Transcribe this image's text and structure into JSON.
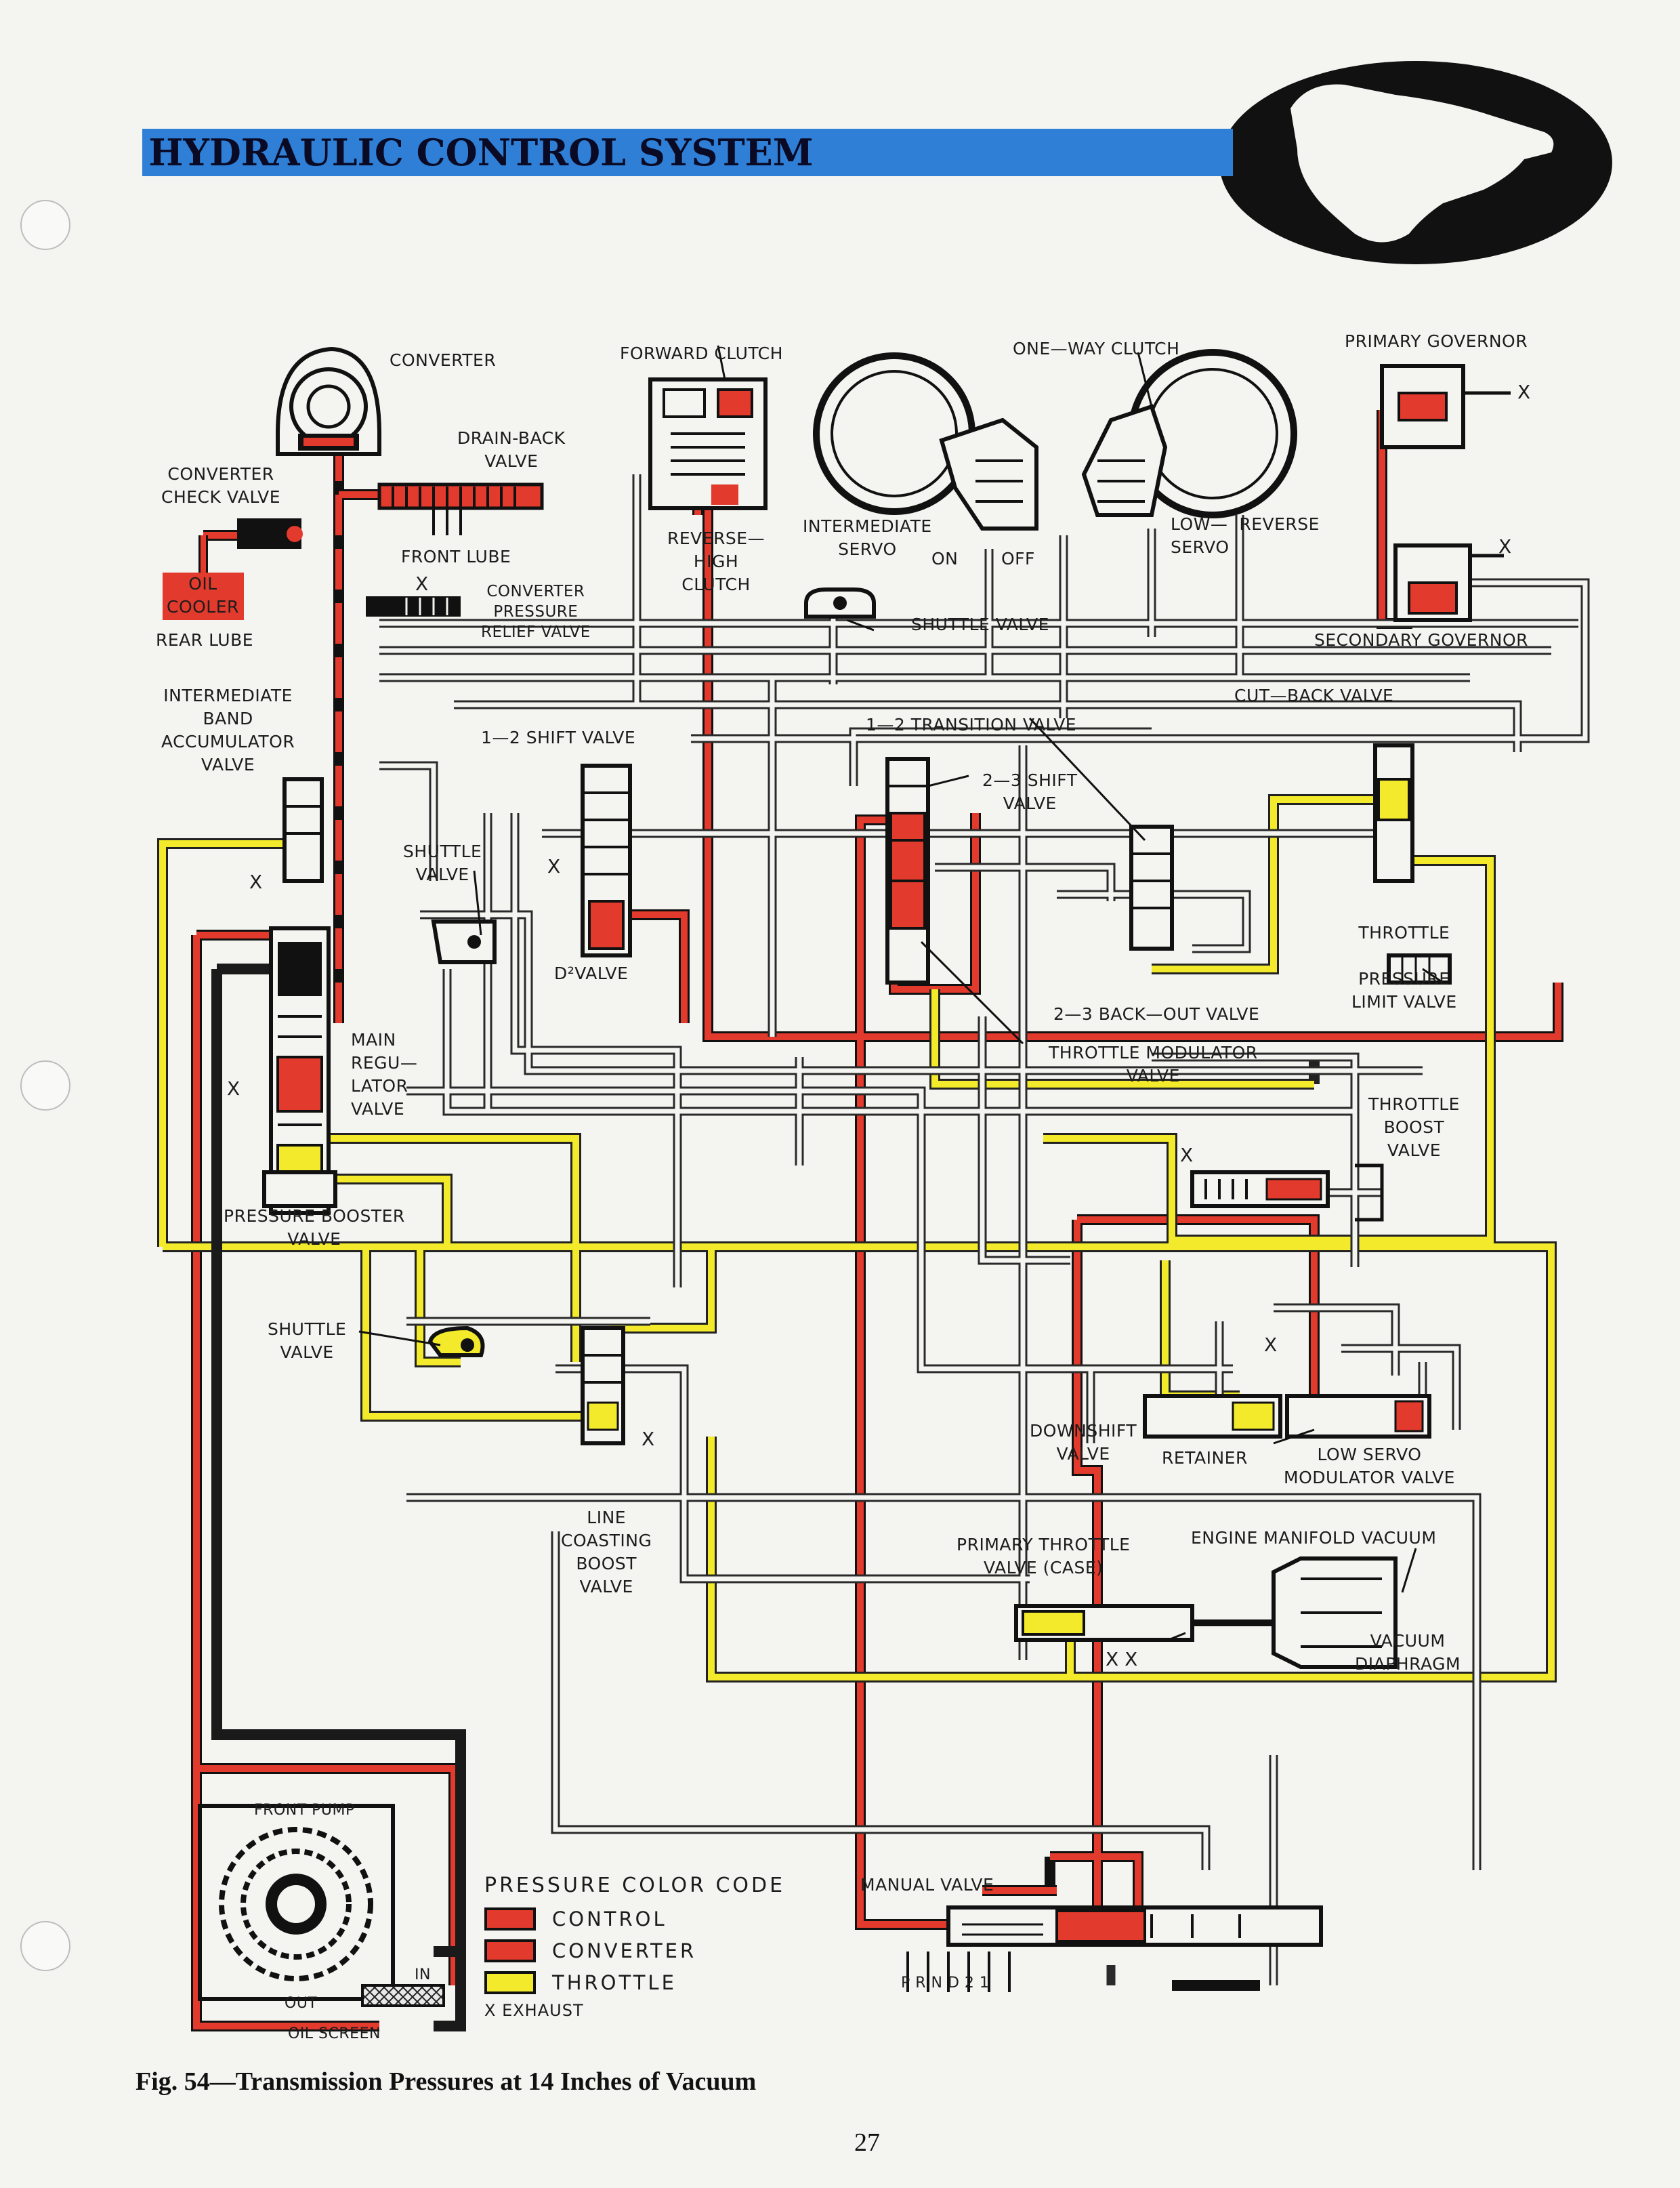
{
  "page": {
    "title": "HYDRAULIC CONTROL SYSTEM",
    "caption": "Fig. 54—Transmission Pressures at 14 Inches of Vacuum",
    "page_number": "27"
  },
  "legend": {
    "title": "PRESSURE COLOR CODE",
    "items": [
      {
        "label": "CONTROL",
        "color": "#e23a2c"
      },
      {
        "label": "CONVERTER",
        "color": "#e23a2c"
      },
      {
        "label": "THROTTLE",
        "color": "#f2ea2a"
      }
    ],
    "exhaust": "X EXHAUST"
  },
  "colors": {
    "control": "#e23a2c",
    "converter": "#e23a2c",
    "throttle": "#f2ea2a",
    "passage": "#2a2a2a",
    "title_bar": "#2f7fd6"
  },
  "labels": {
    "converter": "CONVERTER",
    "forward_clutch": "FORWARD CLUTCH",
    "one_way_clutch": "ONE—WAY CLUTCH",
    "primary_governor": "PRIMARY GOVERNOR",
    "drain_back_valve": "DRAIN-BACK\nVALVE",
    "converter_check_valve": "CONVERTER\nCHECK VALVE",
    "oil_cooler": "OIL\nCOOLER",
    "rear_lube": "REAR LUBE",
    "front_lube": "FRONT LUBE",
    "converter_pressure_relief_valve": "CONVERTER\nPRESSURE\nRELIEF VALVE",
    "reverse_high_clutch": "REVERSE—\nHIGH\nCLUTCH",
    "intermediate_servo": "INTERMEDIATE\nSERVO",
    "on": "ON",
    "off": "OFF",
    "low_reverse_servo": "LOW—  REVERSE\nSERVO",
    "shuttle_valve_top": "SHUTTLE VALVE",
    "secondary_governor": "SECONDARY GOVERNOR",
    "intermediate_band_accumulator_valve": "INTERMEDIATE\nBAND\nACCUMULATOR\nVALVE",
    "cut_back_valve": "CUT—BACK VALVE",
    "one_two_shift_valve": "1—2 SHIFT VALVE",
    "one_two_transition_valve": "1—2 TRANSITION VALVE",
    "two_three_shift_valve": "2—3 SHIFT\nVALVE",
    "shuttle_valve_mid": "SHUTTLE\nVALVE",
    "d2_valve": "D²VALVE",
    "throttle_pressure_limit_valve": "THROTTLE\n\nPRESSURE\nLIMIT VALVE",
    "two_three_back_out_valve": "2—3 BACK—OUT VALVE",
    "main_regulator_valve": "MAIN\nREGU—\nLATOR\nVALVE",
    "throttle_modulator_valve": "THROTTLE MODULATOR\nVALVE",
    "throttle_boost_valve": "THROTTLE\nBOOST\nVALVE",
    "pressure_booster_valve": "PRESSURE BOOSTER\nVALVE",
    "shuttle_valve_low": "SHUTTLE\nVALVE",
    "downshift_valve": "DOWNSHIFT\nVALVE",
    "retainer": "RETAINER",
    "low_servo_modulator_valve": "LOW SERVO\nMODULATOR VALVE",
    "line_coasting_boost_valve": "LINE\nCOASTING\nBOOST\nVALVE",
    "primary_throttle_valve": "PRIMARY THROTTLE\nVALVE (CASE)",
    "engine_manifold_vacuum": "ENGINE MANIFOLD VACUUM",
    "vacuum_diaphragm": "VACUUM\nDIAPHRAGM",
    "front_pump": "FRONT PUMP",
    "manual_valve": "MANUAL VALVE",
    "gear_positions": "P R N D 2 1",
    "pump_in": "IN",
    "pump_out": "OUT",
    "oil_screen": "OIL SCREEN",
    "exhaust_mark": "X",
    "double_exhaust_mark": "X X"
  }
}
